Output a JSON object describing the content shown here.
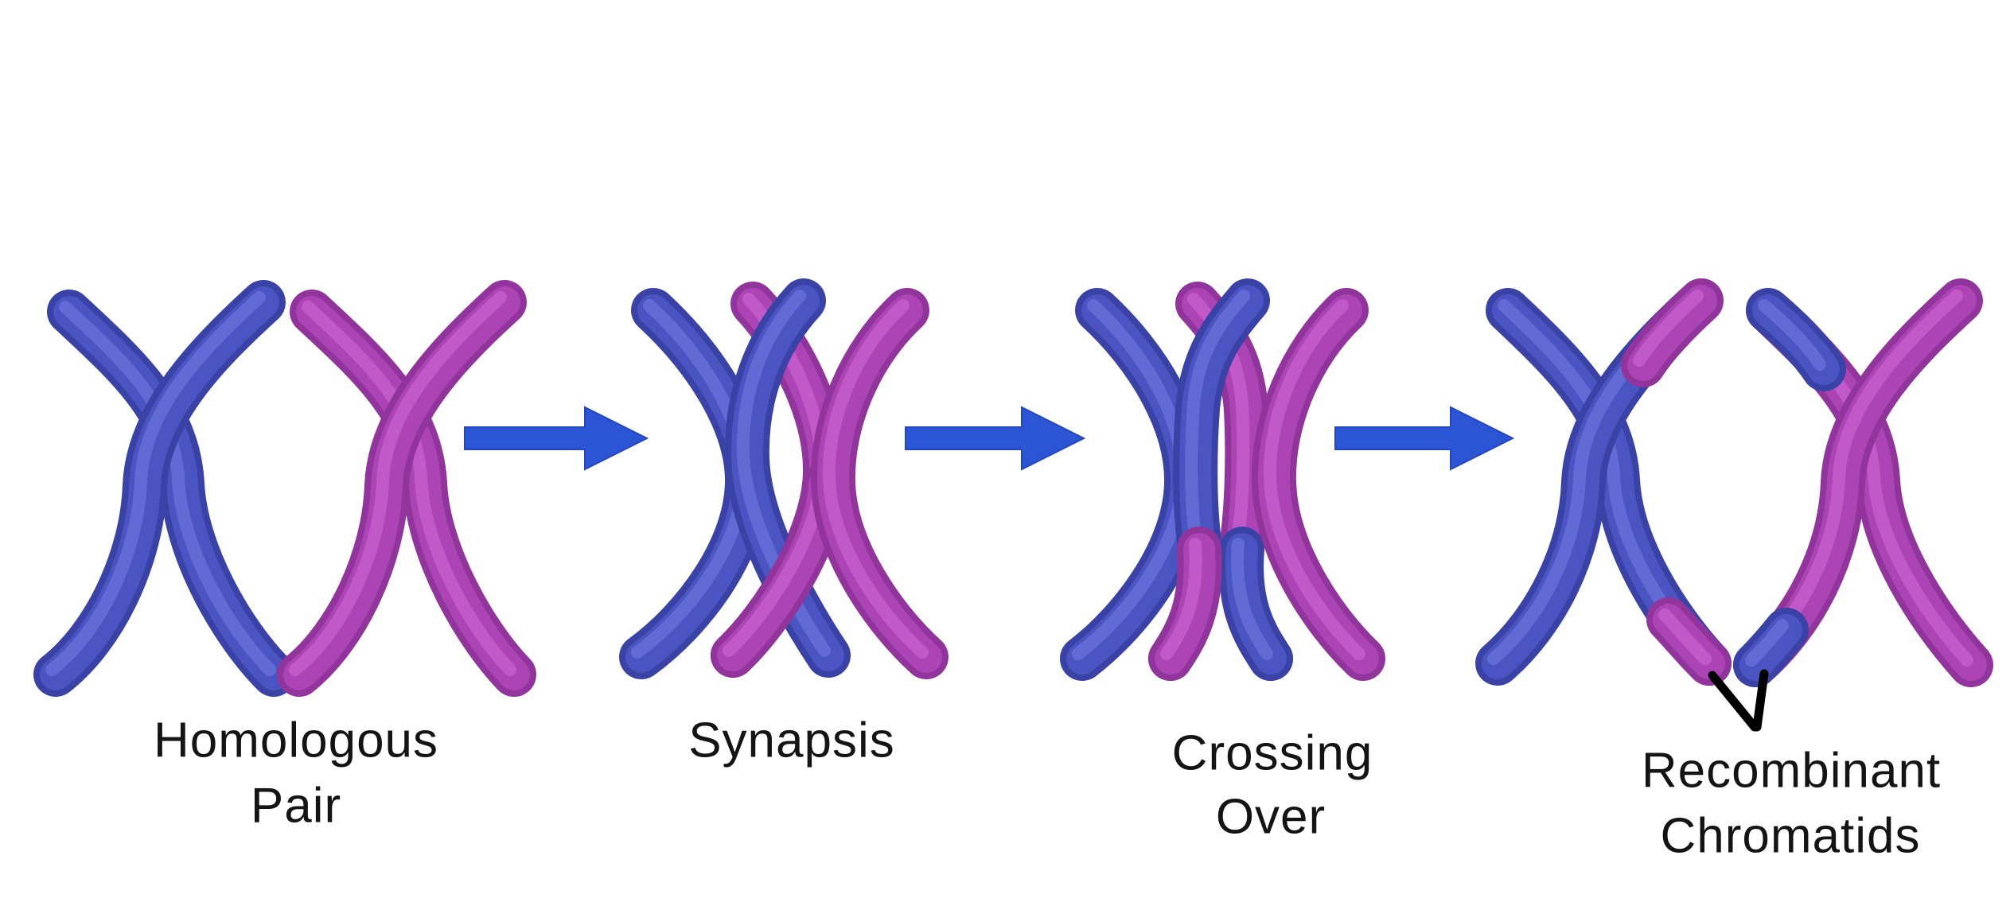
{
  "diagram": {
    "subject": "meiotic-crossing-over-stages"
  },
  "stages": [
    {
      "id": "homologous-pair",
      "label_lines": [
        "Homologous",
        "Pair"
      ]
    },
    {
      "id": "synapsis",
      "label_lines": [
        "Synapsis"
      ]
    },
    {
      "id": "crossing-over",
      "label_lines": [
        "Crossing",
        "Over"
      ]
    },
    {
      "id": "recombinant-chromatids",
      "label_lines": [
        "Recombinant",
        "Chromatids"
      ]
    }
  ],
  "icons": {
    "stage_transition": "right-block-arrow-icon",
    "recombinant_pointer": "v-callout-lines"
  },
  "colors": {
    "background": "#FFFFFF",
    "chromosome_blue": "#4B54C3",
    "chromosome_blue_shadow": "#3A42A6",
    "chromosome_blue_highlight": "#666ED8",
    "chromosome_magenta": "#AD44B6",
    "chromosome_magenta_shadow": "#91349B",
    "chromosome_magenta_highlight": "#C75FCD",
    "transition_arrow": "#2B55D4",
    "label_text": "#141414",
    "pointer_line": "#000000"
  }
}
